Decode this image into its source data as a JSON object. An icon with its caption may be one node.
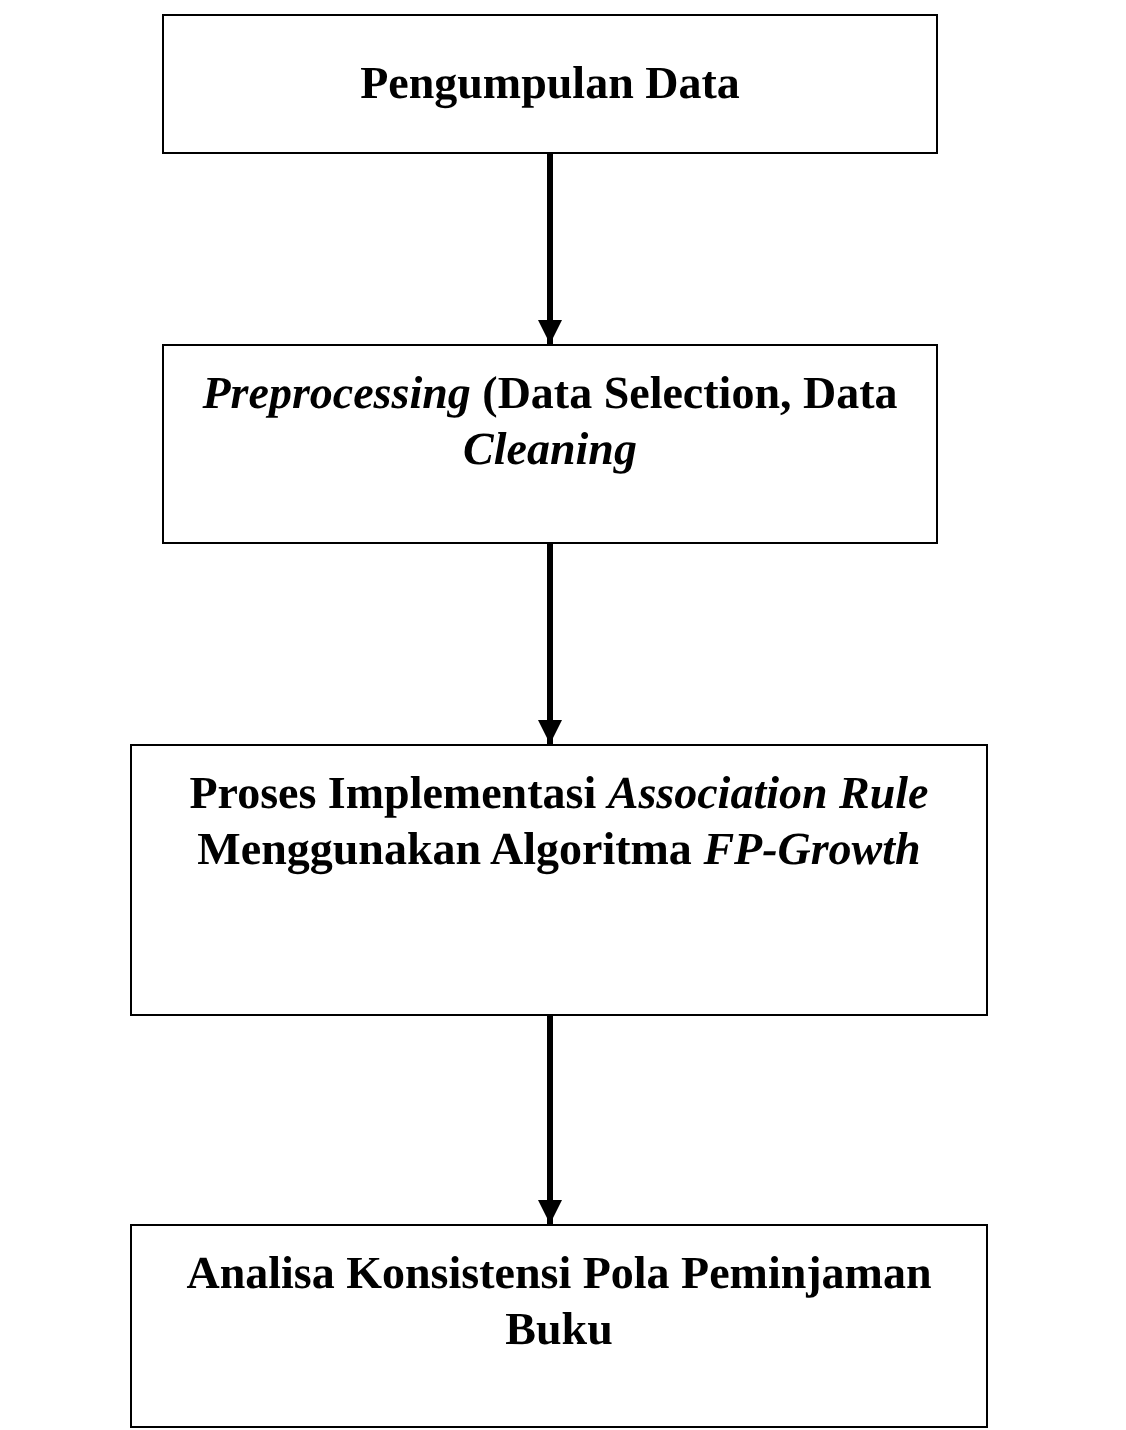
{
  "diagram": {
    "nodes": [
      {
        "text": [
          "Pengumpulan Data"
        ]
      },
      {
        "text": [
          "*Preprocessing* (Data Selection, Data *Cleaning*"
        ]
      },
      {
        "text": [
          "Proses Implementasi *Association Rule* Menggunakan Algoritma *FP-Growth*"
        ]
      },
      {
        "text": [
          "Analisa Konsistensi Pola Peminjaman Buku"
        ]
      }
    ],
    "edges": [
      {
        "from": 0,
        "to": 1,
        "arrow": "to"
      },
      {
        "from": 1,
        "to": 2,
        "arrow": "to"
      },
      {
        "from": 2,
        "to": 3,
        "arrow": "to"
      }
    ]
  }
}
